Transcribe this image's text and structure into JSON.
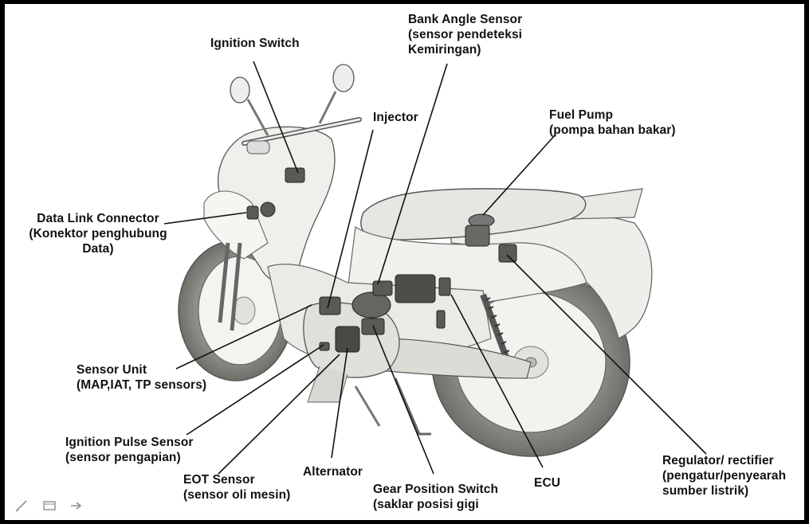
{
  "labels": {
    "ignition_switch": [
      "Ignition Switch"
    ],
    "bank_angle_sensor": [
      "Bank Angle Sensor",
      "(sensor pendeteksi",
      "Kemiringan)"
    ],
    "injector": [
      "Injector"
    ],
    "fuel_pump": [
      "Fuel Pump",
      "(pompa bahan bakar)"
    ],
    "data_link_connector": [
      "Data Link Connector",
      "(Konektor penghubung",
      "Data)"
    ],
    "sensor_unit": [
      "Sensor Unit",
      "(MAP,IAT, TP sensors)"
    ],
    "ignition_pulse_sensor": [
      "Ignition Pulse Sensor",
      "(sensor pengapian)"
    ],
    "eot_sensor": [
      "EOT Sensor",
      "(sensor oli mesin)"
    ],
    "alternator": [
      "Alternator"
    ],
    "gear_position_switch": [
      "Gear Position Switch",
      "(saklar posisi gigi"
    ],
    "ecu": [
      "ECU"
    ],
    "regulator_rectifier": [
      "Regulator/ rectifier",
      "(pengatur/penyearah",
      "sumber listrik)"
    ]
  },
  "toolbar": {
    "icons": [
      "pen-icon",
      "slide-icon",
      "next-arrow-icon"
    ]
  }
}
